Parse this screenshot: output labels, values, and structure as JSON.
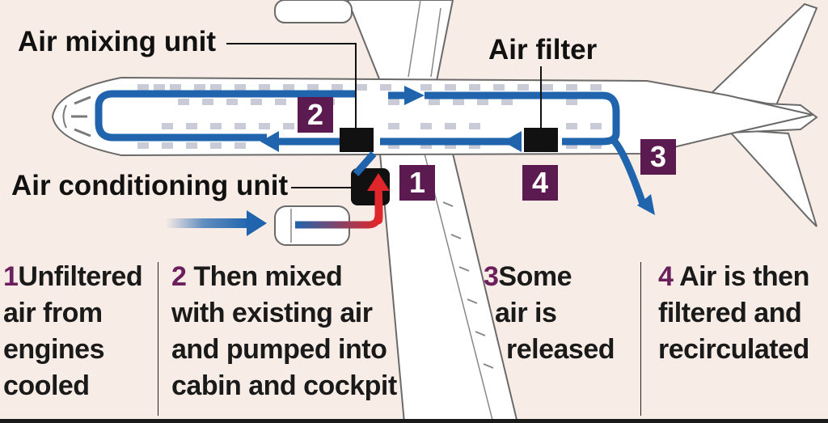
{
  "labels": {
    "air_mixing_unit": "Air mixing unit",
    "air_filter": "Air filter",
    "air_conditioning_unit": "Air conditioning unit"
  },
  "badges": [
    "2",
    "1",
    "4",
    "3"
  ],
  "captions": [
    {
      "num": "1",
      "lines": [
        "Unfiltered",
        "air from",
        "engines",
        "cooled"
      ]
    },
    {
      "num": "2",
      "lines": [
        "Then mixed",
        "with existing air",
        "and pumped into",
        "cabin and cockpit"
      ]
    },
    {
      "num": "3",
      "lines": [
        "Some",
        "air is",
        "released"
      ]
    },
    {
      "num": "4",
      "lines": [
        "Air is then",
        "filtered and",
        "recirculated"
      ]
    }
  ],
  "colors": {
    "background": "#f7ece6",
    "badge": "#5b1b50",
    "number": "#6b1f5c",
    "airflow": "#1f64ad",
    "hot_air": "#e0262a",
    "unit": "#111111"
  }
}
